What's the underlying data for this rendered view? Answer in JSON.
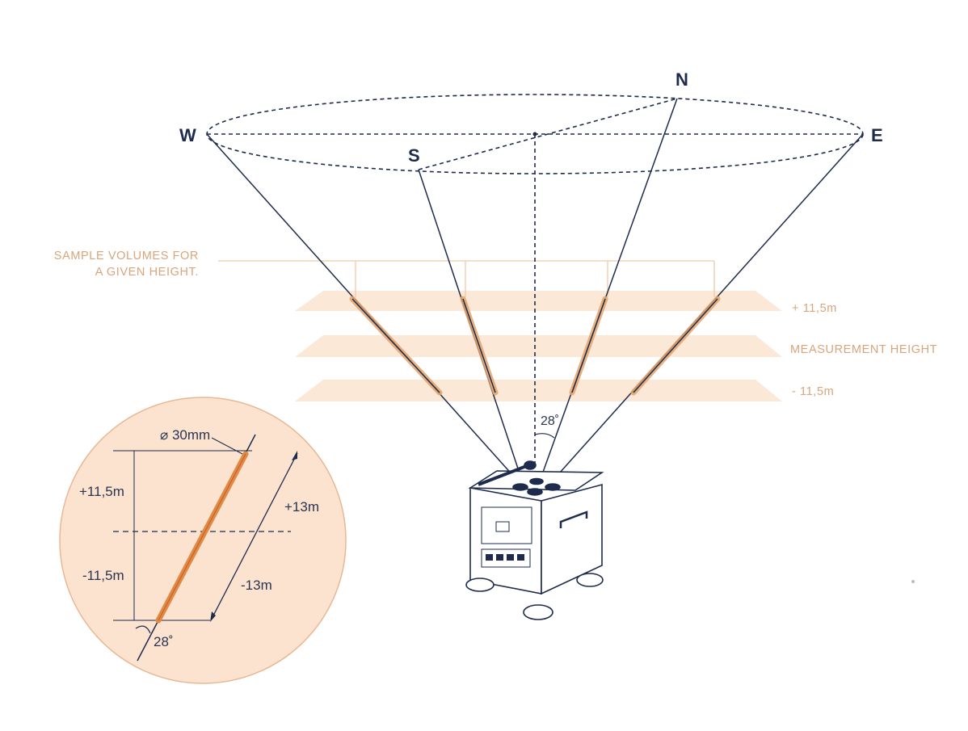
{
  "diagram": {
    "compass": {
      "north": "N",
      "south": "S",
      "east": "E",
      "west": "W"
    },
    "sample_label": {
      "line1": "SAMPLE VOLUMES FOR",
      "line2": "A GIVEN HEIGHT."
    },
    "levels": {
      "upper": "+ 11,5m",
      "middle": "MEASUREMENT HEIGHT",
      "lower": "- 11,5m"
    },
    "beam_angle": "28˚",
    "inset": {
      "diameter": "⌀ 30mm",
      "upper_offset": "+11,5m",
      "lower_offset": "-11,5m",
      "upper_length": "+13m",
      "lower_length": "-13m",
      "angle": "28˚"
    },
    "colors": {
      "navy": "#1e2b4c",
      "orange": "#e08a45",
      "band": "#fbe8d7",
      "inset_fill": "#fbe3d0",
      "label_orange": "#d9a57a"
    }
  }
}
